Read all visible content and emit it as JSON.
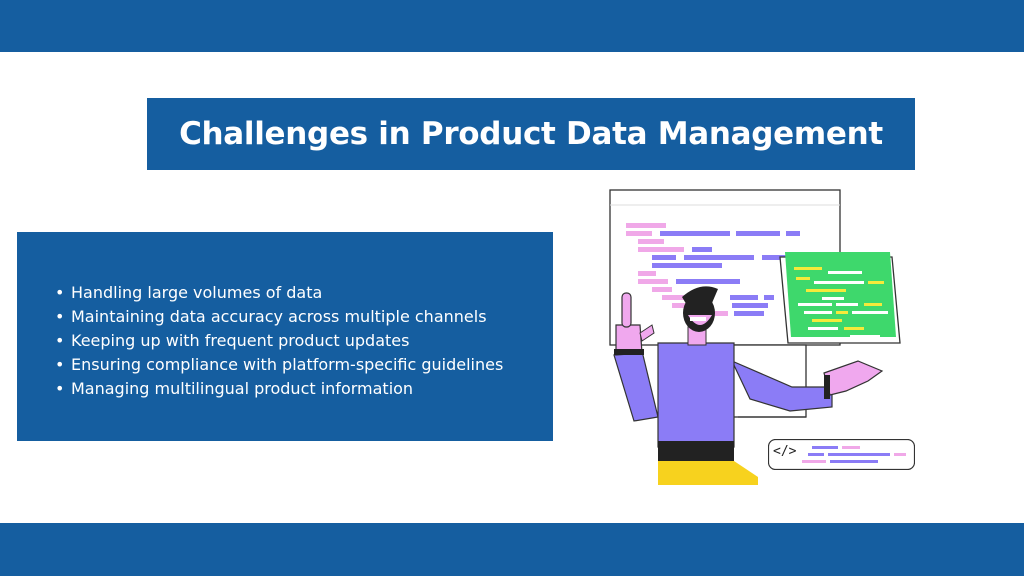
{
  "title": "Challenges in Product Data Management",
  "challenges": [
    "Handling large volumes of data",
    "Maintaining data accuracy across multiple channels",
    "Keeping up with frequent product updates",
    "Ensuring compliance with platform-specific guidelines",
    "Managing multilingual product information"
  ],
  "illustration": {
    "code_tag": "</>",
    "icons": [
      "code-window-icon",
      "code-snippet-icon",
      "developer-person-icon"
    ]
  },
  "colors": {
    "brand_blue": "#155ea0",
    "code_purple": "#8b7cf6",
    "code_pink": "#f0a8e8",
    "code_green": "#3ed86c",
    "code_yellow": "#f5ea3a",
    "pants_yellow": "#f7d21e",
    "skin_pink": "#f0a8ee"
  }
}
